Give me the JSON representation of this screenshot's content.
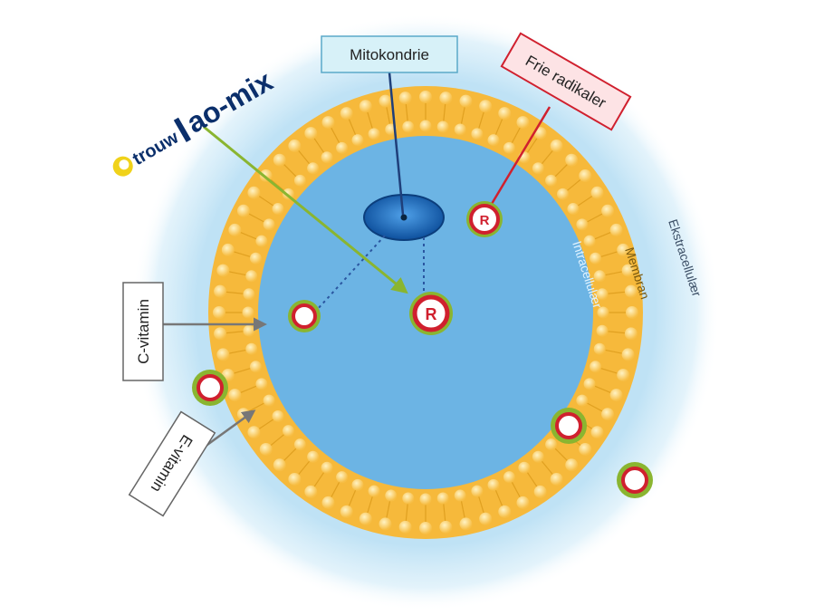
{
  "logo": {
    "brand": "trouw",
    "product": "ao-mix"
  },
  "labels": {
    "mitokondrie": "Mitokondrie",
    "frie_radikaler": "Frie radikaler",
    "c_vitamin": "C-vitamin",
    "e_vitamin": "E-vitamin",
    "intracellulaer": "Intracellulær",
    "membran": "Membran",
    "ekstracellulaer": "Ekstracellulær"
  },
  "radical_letter": "R",
  "colors": {
    "membrane": "#f6b93b",
    "cell_interior": "#6cb4e4",
    "halo": "#bfe2f5",
    "mitochondrion": "#1565b8",
    "radical_ring": "#d0202e",
    "vitamin_ring": "#8ab530",
    "mito_label_bg": "#d7f1f8",
    "radical_label_bg": "#fde3e5"
  }
}
